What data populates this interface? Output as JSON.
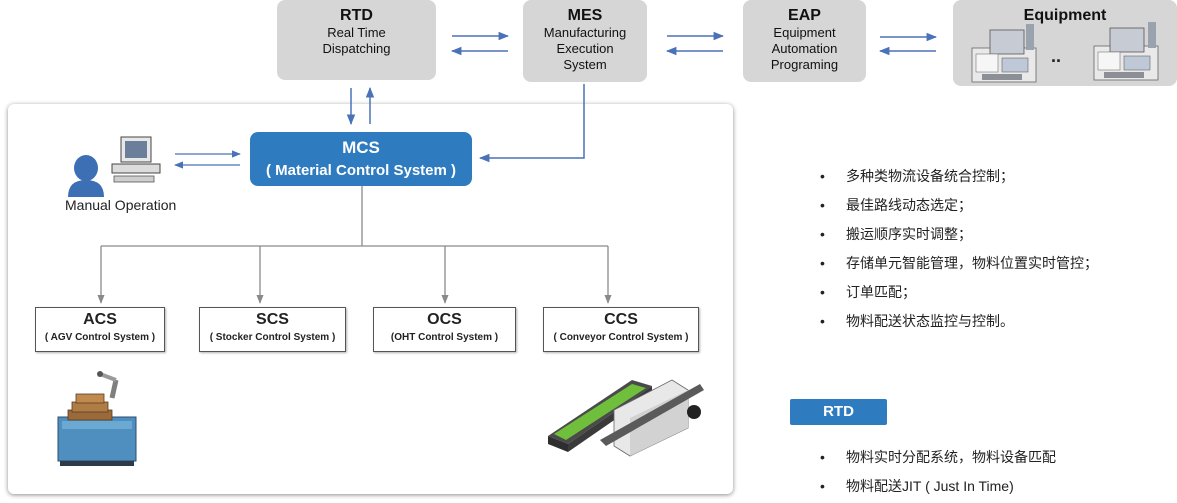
{
  "top_boxes": {
    "rtd": {
      "title": "RTD",
      "line1": "Real Time",
      "line2": "Dispatching"
    },
    "mes": {
      "title": "MES",
      "line1": "Manufacturing",
      "line2": "Execution",
      "line3": "System"
    },
    "eap": {
      "title": "EAP",
      "line1": "Equipment",
      "line2": "Automation",
      "line3": "Programing"
    },
    "equipment": {
      "title": "Equipment",
      "ellipsis": ".."
    }
  },
  "mcs": {
    "title": "MCS",
    "subtitle": "( Material Control System )"
  },
  "manual_operation": {
    "label": "Manual Operation"
  },
  "subsystems": [
    {
      "title": "ACS",
      "subtitle": "( AGV Control System )"
    },
    {
      "title": "SCS",
      "subtitle": "( Stocker Control System )"
    },
    {
      "title": "OCS",
      "subtitle": "(OHT Control System )"
    },
    {
      "title": "CCS",
      "subtitle": "( Conveyor Control System )"
    }
  ],
  "mcs_features": [
    "多种类物流设备统合控制；",
    "最佳路线动态选定；",
    "搬运顺序实时调整；",
    "存储单元智能管理，物料位置实时管控；",
    "订单匹配；",
    "物料配送状态监控与控制。"
  ],
  "rtd_section": {
    "label": "RTD",
    "features": [
      "物料实时分配系统，物料设备匹配",
      "物料配送JIT ( Just In Time)"
    ]
  },
  "colors": {
    "accent": "#2f7bc0",
    "box_gray": "#d6d6d6",
    "arrow": "#4a72b8",
    "connector": "#8a8a8a"
  }
}
